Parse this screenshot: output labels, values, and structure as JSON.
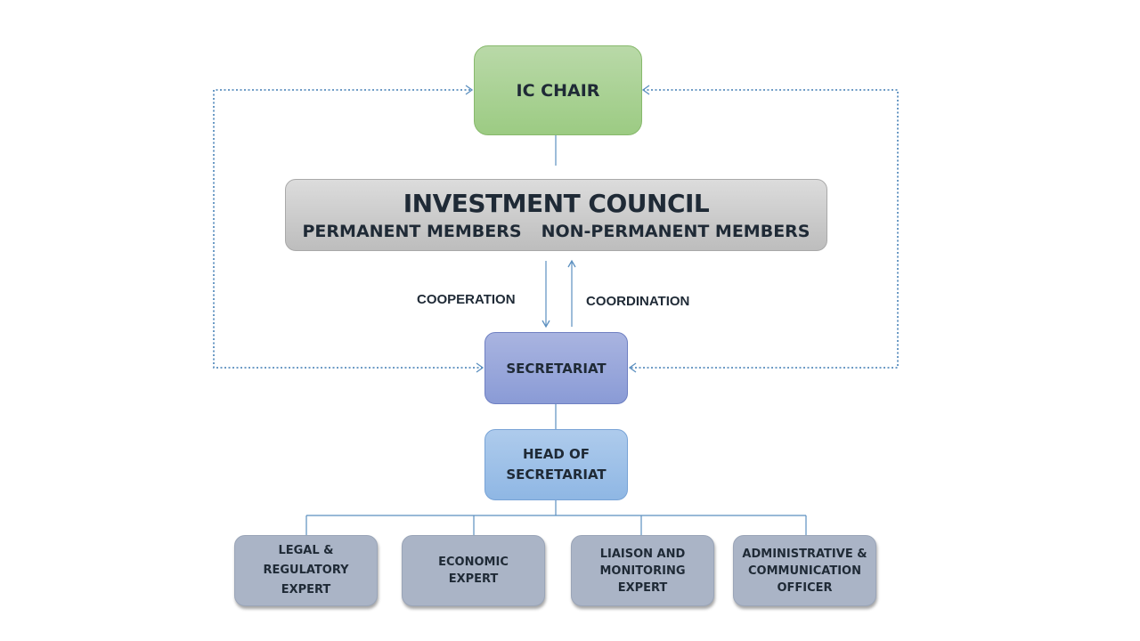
{
  "diagram": {
    "ic_chair": "IC CHAIR",
    "council": {
      "title": "INVESTMENT COUNCIL",
      "members": [
        "PERMANENT MEMBERS",
        "NON-PERMANENT MEMBERS"
      ]
    },
    "flows": {
      "down_label": "COOPERATION",
      "up_label": "COORDINATION"
    },
    "secretariat": "SECRETARIAT",
    "head_of_secretariat": [
      "HEAD OF",
      "SECRETARIAT"
    ],
    "experts": [
      [
        "LEGAL &",
        "REGULATORY",
        "EXPERT"
      ],
      [
        "ECONOMIC",
        "EXPERT"
      ],
      [
        "LIAISON AND",
        "MONITORING",
        "EXPERT"
      ],
      [
        "ADMINISTRATIVE &",
        "COMMUNICATION",
        "OFFICER"
      ]
    ],
    "colors": {
      "connector": "#5b8fbf",
      "chair_fill": "#a8d08d",
      "council_fill": "#cccccc",
      "secretariat_fill": "#8fa0d8",
      "head_fill": "#9dc1e8",
      "expert_fill": "#aab4c6",
      "text": "#1f2a36"
    }
  }
}
